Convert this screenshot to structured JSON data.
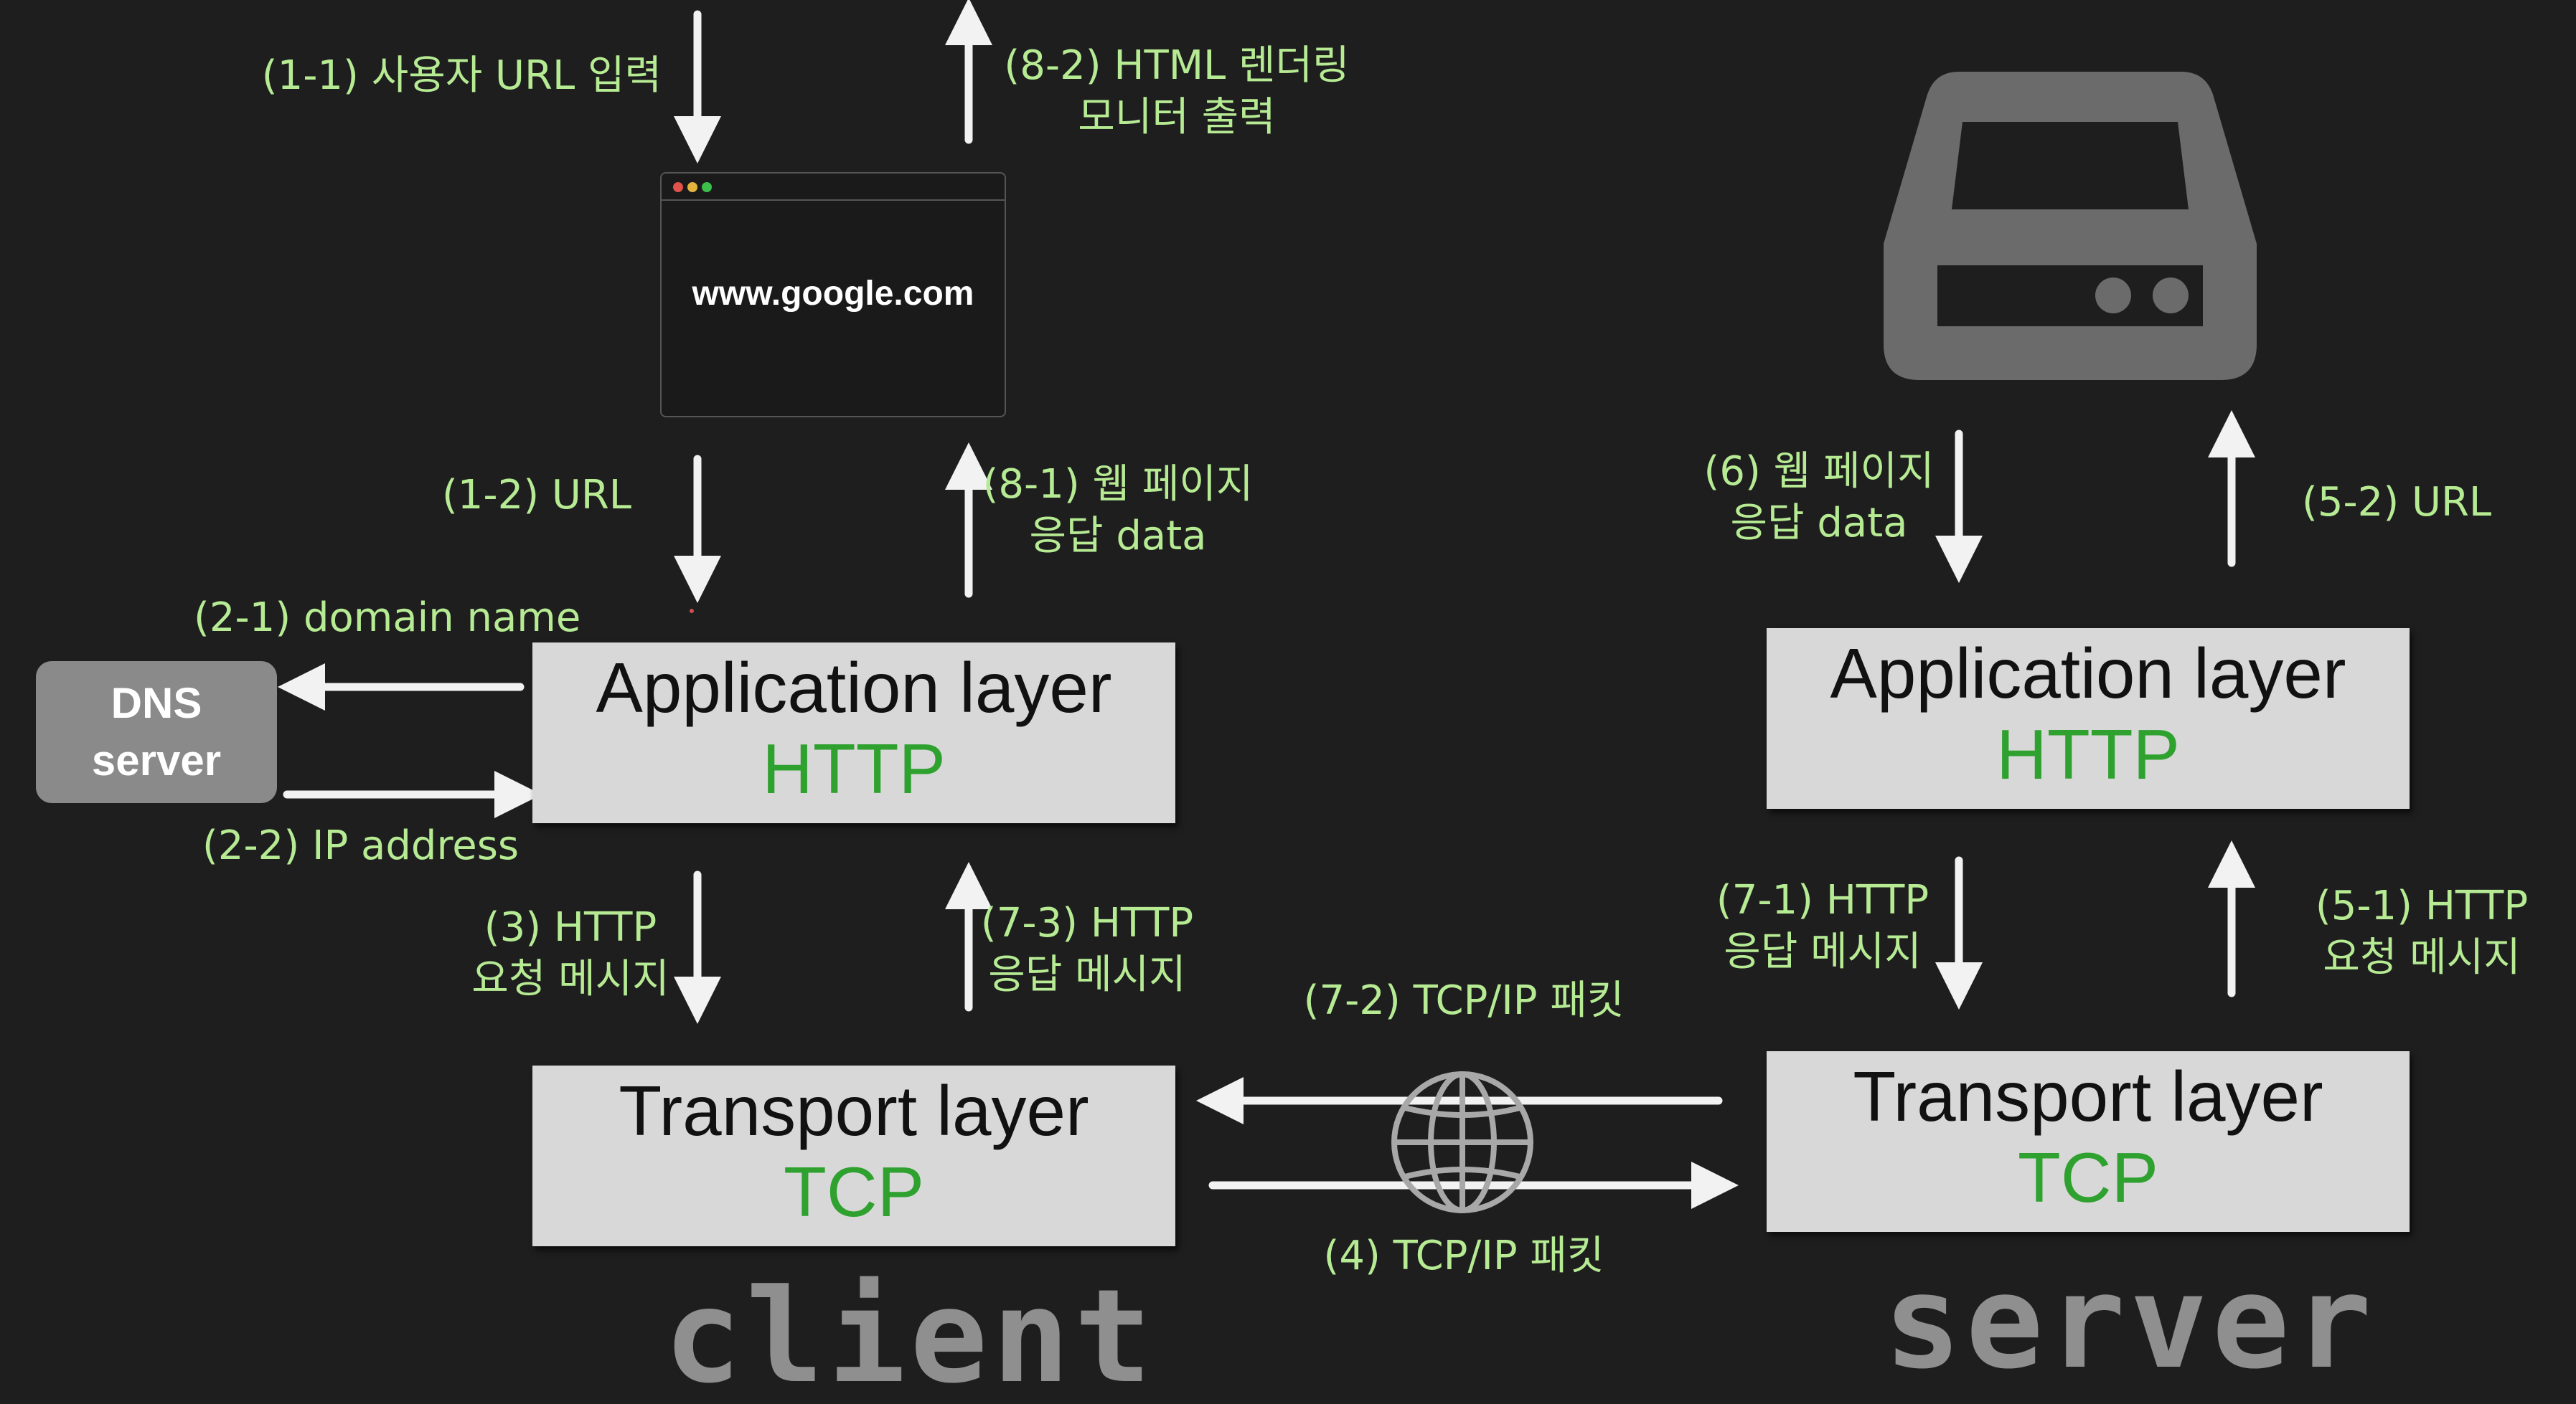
{
  "browser": {
    "url": "www.google.com",
    "dot_colors": [
      "#e0524a",
      "#e3b33c",
      "#3cbf4a"
    ]
  },
  "dns": {
    "label": "DNS\nserver"
  },
  "client": {
    "title": "client",
    "app_layer": {
      "name": "Application layer",
      "protocol": "HTTP"
    },
    "transport_layer": {
      "name": "Transport layer",
      "protocol": "TCP"
    }
  },
  "server": {
    "title": "server",
    "app_layer": {
      "name": "Application layer",
      "protocol": "HTTP"
    },
    "transport_layer": {
      "name": "Transport layer",
      "protocol": "TCP"
    }
  },
  "steps": {
    "s1_1": "(1-1) 사용자 URL 입력",
    "s8_2": "(8-2) HTML 렌더링\n모니터 출력",
    "s1_2": "(1-2) URL",
    "s8_1": "(8-1) 웹 페이지\n응답 data",
    "s2_1": "(2-1) domain name",
    "s2_2": "(2-2) IP address",
    "s3": "(3) HTTP\n요청 메시지",
    "s7_3": "(7-3) HTTP\n응답 메시지",
    "s7_2": "(7-2) TCP/IP 패킷",
    "s4": "(4) TCP/IP 패킷",
    "s6": "(6) 웹 페이지\n응답 data",
    "s5_2": "(5-2) URL",
    "s7_1": "(7-1) HTTP\n응답 메시지",
    "s5_1": "(5-1) HTTP\n요청 메시지"
  },
  "colors": {
    "label_green": "#b6eb94",
    "protocol_green": "#2ea12e",
    "layer_box": "#d8d8d8",
    "arrow": "#f2f2f2",
    "icon_gray": "#6b6b6b"
  },
  "icons": [
    "server-icon",
    "globe-icon",
    "browser-window-icon"
  ]
}
